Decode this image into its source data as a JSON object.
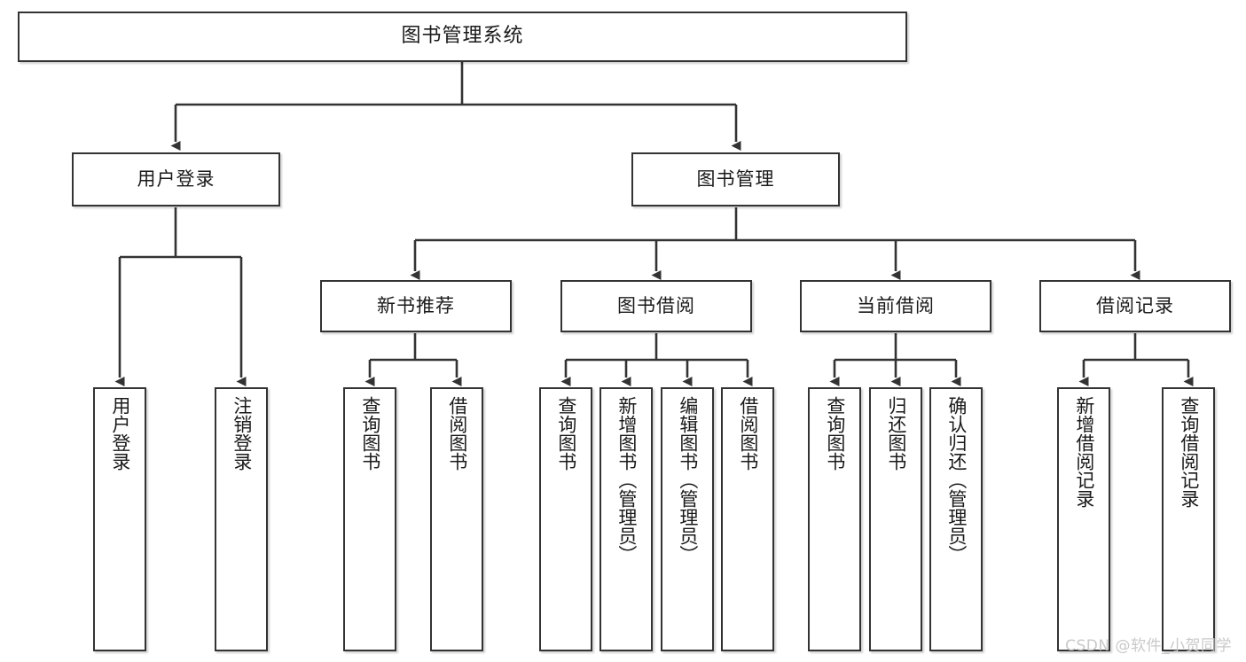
{
  "diagram": {
    "title": "图书管理系统",
    "type": "hierarchy-tree",
    "orientation": "top-down",
    "colors": {
      "node_border": "#333333",
      "node_fill": "#ffffff",
      "connector": "#333333",
      "background": "#ffffff",
      "watermark": "#c9c9c9"
    },
    "levels": [
      {
        "level": 1,
        "nodes": [
          {
            "id": "root",
            "label": "图书管理系统",
            "text_orientation": "horizontal"
          }
        ]
      },
      {
        "level": 2,
        "nodes": [
          {
            "id": "user-login",
            "label": "用户登录",
            "parent": "root",
            "text_orientation": "horizontal"
          },
          {
            "id": "book-manage",
            "label": "图书管理",
            "parent": "root",
            "text_orientation": "horizontal"
          }
        ]
      },
      {
        "level": 3,
        "nodes": [
          {
            "id": "new-book-rec",
            "label": "新书推荐",
            "parent": "book-manage",
            "text_orientation": "horizontal"
          },
          {
            "id": "book-borrow",
            "label": "图书借阅",
            "parent": "book-manage",
            "text_orientation": "horizontal"
          },
          {
            "id": "current-borrow",
            "label": "当前借阅",
            "parent": "book-manage",
            "text_orientation": "horizontal"
          },
          {
            "id": "borrow-record",
            "label": "借阅记录",
            "parent": "book-manage",
            "text_orientation": "horizontal"
          }
        ]
      },
      {
        "level": 4,
        "nodes": [
          {
            "id": "leaf-user-login",
            "label": "用户登录",
            "parent": "user-login",
            "text_orientation": "vertical"
          },
          {
            "id": "leaf-logout",
            "label": "注销登录",
            "parent": "user-login",
            "text_orientation": "vertical"
          },
          {
            "id": "leaf-query-book-1",
            "label": "查询图书",
            "parent": "new-book-rec",
            "text_orientation": "vertical"
          },
          {
            "id": "leaf-borrow-book-1",
            "label": "借阅图书",
            "parent": "new-book-rec",
            "text_orientation": "vertical"
          },
          {
            "id": "leaf-query-book-2",
            "label": "查询图书",
            "parent": "book-borrow",
            "text_orientation": "vertical"
          },
          {
            "id": "leaf-add-book",
            "label": "新增图书（管理员）",
            "parent": "book-borrow",
            "text_orientation": "vertical"
          },
          {
            "id": "leaf-edit-book",
            "label": "编辑图书（管理员）",
            "parent": "book-borrow",
            "text_orientation": "vertical"
          },
          {
            "id": "leaf-borrow-book-2",
            "label": "借阅图书",
            "parent": "book-borrow",
            "text_orientation": "vertical"
          },
          {
            "id": "leaf-query-book-3",
            "label": "查询图书",
            "parent": "current-borrow",
            "text_orientation": "vertical"
          },
          {
            "id": "leaf-return-book",
            "label": "归还图书",
            "parent": "current-borrow",
            "text_orientation": "vertical"
          },
          {
            "id": "leaf-confirm-return",
            "label": "确认归还（管理员）",
            "parent": "current-borrow",
            "text_orientation": "vertical"
          },
          {
            "id": "leaf-add-record",
            "label": "新增借阅记录",
            "parent": "borrow-record",
            "text_orientation": "vertical"
          },
          {
            "id": "leaf-query-record",
            "label": "查询借阅记录",
            "parent": "borrow-record",
            "text_orientation": "vertical"
          }
        ]
      }
    ],
    "watermark": "CSDN @软件_小贺同学"
  }
}
